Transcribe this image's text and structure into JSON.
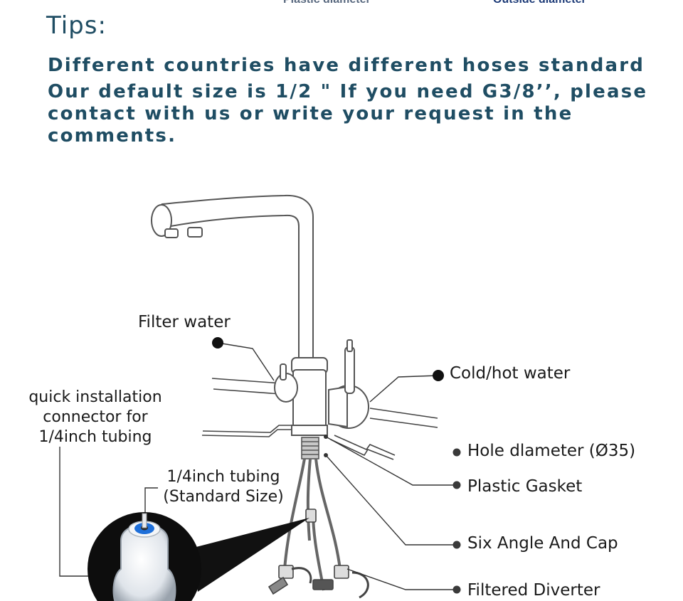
{
  "header_cutoff": {
    "left_text": "Plastic diameter",
    "right_text": "Outside diameter"
  },
  "tips": {
    "title": "Tips:",
    "line1": "Different countries have different hoses standard",
    "line2": "Our default size is 1/2 \" If you need G3/8’’, please contact with us or write your request in the comments."
  },
  "diagram": {
    "labels": {
      "filter_water": "Filter water",
      "cold_hot_water": "Cold/hot water",
      "hole_diameter": "Hole dlameter (Ø35)",
      "plastic_gasket": "Plastic Gasket",
      "six_angle_cap": "Six Angle And Cap",
      "filtered_diverter": "Filtered Diverter",
      "quick_connector": "quick installation connector for 1/4inch tubing",
      "tubing": "1/4inch tubing (Standard Size)"
    },
    "colors": {
      "text_teal": "#1f4d63",
      "line": "#333333",
      "dot": "#111111",
      "small_dot": "#3a3a3a",
      "connector_blue": "#1e6fd9"
    }
  }
}
